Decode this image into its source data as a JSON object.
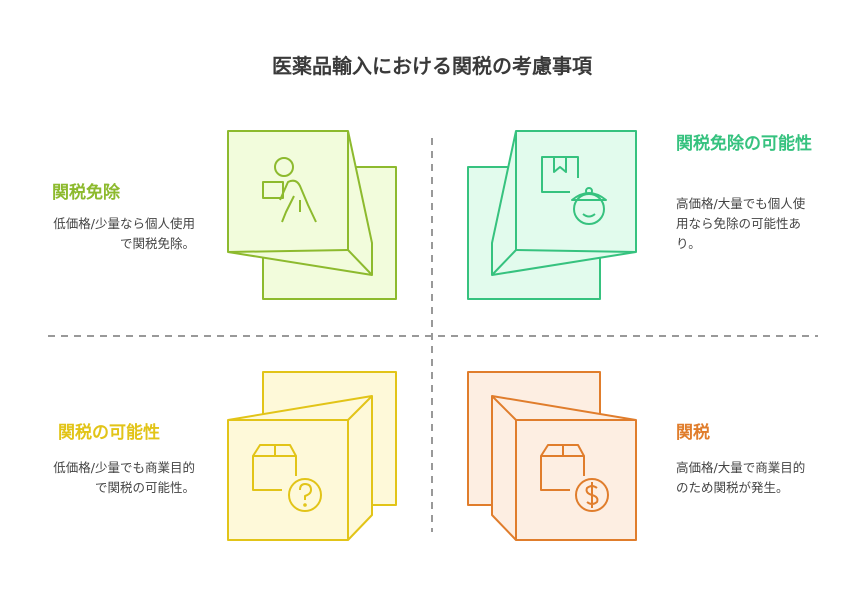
{
  "title": "医薬品輸入における関税の考慮事項",
  "quadrants": {
    "top_left": {
      "heading": "関税免除",
      "description": "低価格/少量なら個人使用で関税免除。",
      "color": "#8DBA2E",
      "fill": "#F2FCDC",
      "icon": "person-carrying-box-icon"
    },
    "top_right": {
      "heading": "関税免除の可能性",
      "description": "高価格/大量でも個人使用なら免除の可能性あり。",
      "color": "#36C27F",
      "fill": "#E2FBED",
      "icon": "customs-officer-icon"
    },
    "bottom_left": {
      "heading": "関税の可能性",
      "description": "低価格/少量でも商業目的で関税の可能性。",
      "color": "#E2C418",
      "fill": "#FEF9D9",
      "icon": "box-question-icon"
    },
    "bottom_right": {
      "heading": "関税",
      "description": "高価格/大量で商業目的のため関税が発生。",
      "color": "#E07D2C",
      "fill": "#FDEEE2",
      "icon": "box-dollar-icon"
    }
  }
}
